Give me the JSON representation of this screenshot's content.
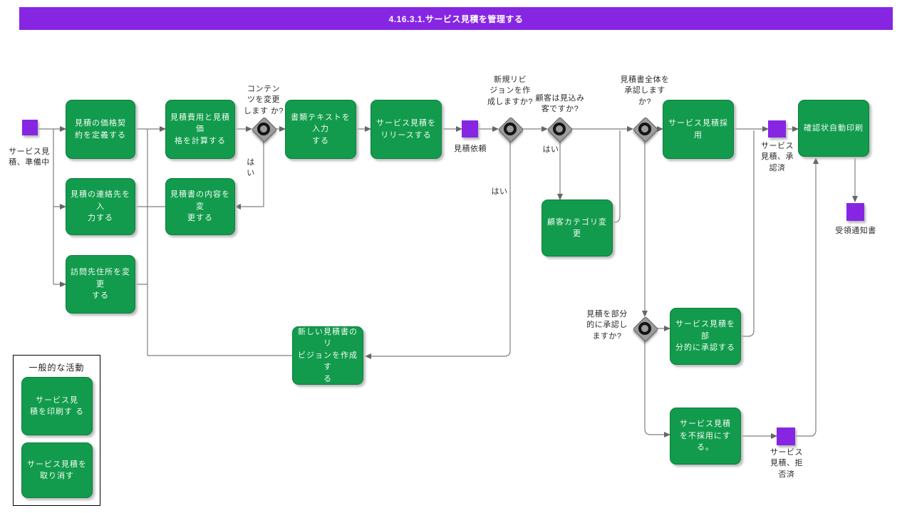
{
  "title": "4.16.3.1.サービス見積を管理する",
  "colors": {
    "accent_purple": "#8626e2",
    "task_green": "#129b4c",
    "line_gray": "#7f7f7f",
    "gateway_gray": "#9c9c9c"
  },
  "tasks": {
    "define_price_agreement": "見積の価格契\n約を定義する",
    "enter_contact": "見積の連絡先を入\n力する",
    "change_visit_address": "訪問先住所を変更\nする",
    "calculate_cost_price": "見積費用と見積価\n格を計算する",
    "change_quote_content": "見積書の内容を変\n更する",
    "enter_document_text": "書類テキストを入力\nする",
    "release_quote": "サービス見積を\nリリースする",
    "change_customer_category": "顧客カテゴリ変更",
    "adopt_quote": "サービス見積採 用",
    "print_confirmation": "確認状自動印刷",
    "partially_approve": "サービス見積を部\n分的に承認する",
    "reject_quote": "サービス見積\nを不採用にす る。",
    "create_new_revision": "新しい見積書のリ\nビジョンを作成す\nる"
  },
  "events": {
    "start_label": "サービス見\n積、準備中",
    "request_label": "見積依頼",
    "approved_label": "サービス\n見積、承\n認済",
    "rejected_label": "サービス\n見積、拒\n否済",
    "receipt_label": "受領通知書"
  },
  "gateways": {
    "change_content_q": "コンテン\nツを変更\nします か?",
    "new_revision_q": "新規リビ\nジョンを作\n成しますか?",
    "prospect_q": "顧客は見込み\n客ですか?",
    "approve_whole_q": "見積書全体を\n承認します\nか?",
    "partial_approve_q": "見積を部分\n的に承認し\nますか?"
  },
  "edge_labels": {
    "yes_content": "は\nい",
    "yes_revision": "はい",
    "yes_prospect": "はい"
  },
  "legend": {
    "title": "一般的な活動",
    "print_quote": "サービス見\n積を印刷す る",
    "cancel_quote": "サービス見積を\n取り消す"
  }
}
